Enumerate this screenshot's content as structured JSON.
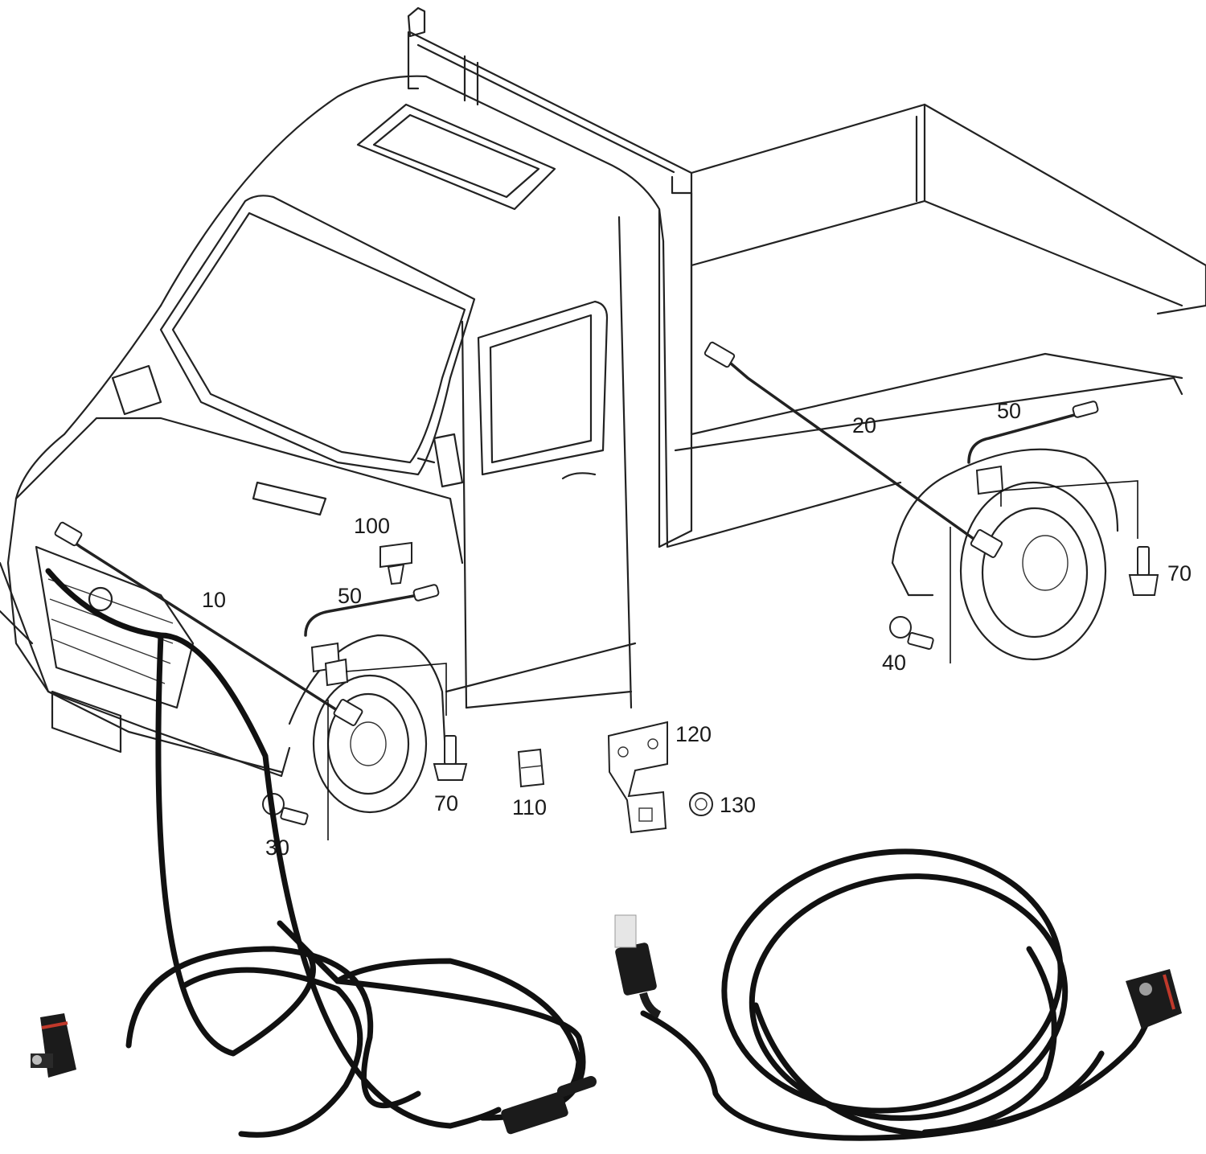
{
  "diagram": {
    "callouts": [
      {
        "id": "c10",
        "label": "10"
      },
      {
        "id": "c20",
        "label": "20"
      },
      {
        "id": "c30",
        "label": "30"
      },
      {
        "id": "c40",
        "label": "40"
      },
      {
        "id": "c50a",
        "label": "50"
      },
      {
        "id": "c50b",
        "label": "50"
      },
      {
        "id": "c70a",
        "label": "70"
      },
      {
        "id": "c70b",
        "label": "70"
      },
      {
        "id": "c100",
        "label": "100"
      },
      {
        "id": "c110",
        "label": "110"
      },
      {
        "id": "c120",
        "label": "120"
      },
      {
        "id": "c130",
        "label": "130"
      }
    ]
  },
  "photos": {
    "left": {
      "subject": "abs-sensor-cable"
    },
    "right": {
      "subject": "abs-sensor-cable"
    }
  },
  "colors": {
    "line": "#222222",
    "cable": "#111111",
    "accent_ring": "#c0392b"
  }
}
